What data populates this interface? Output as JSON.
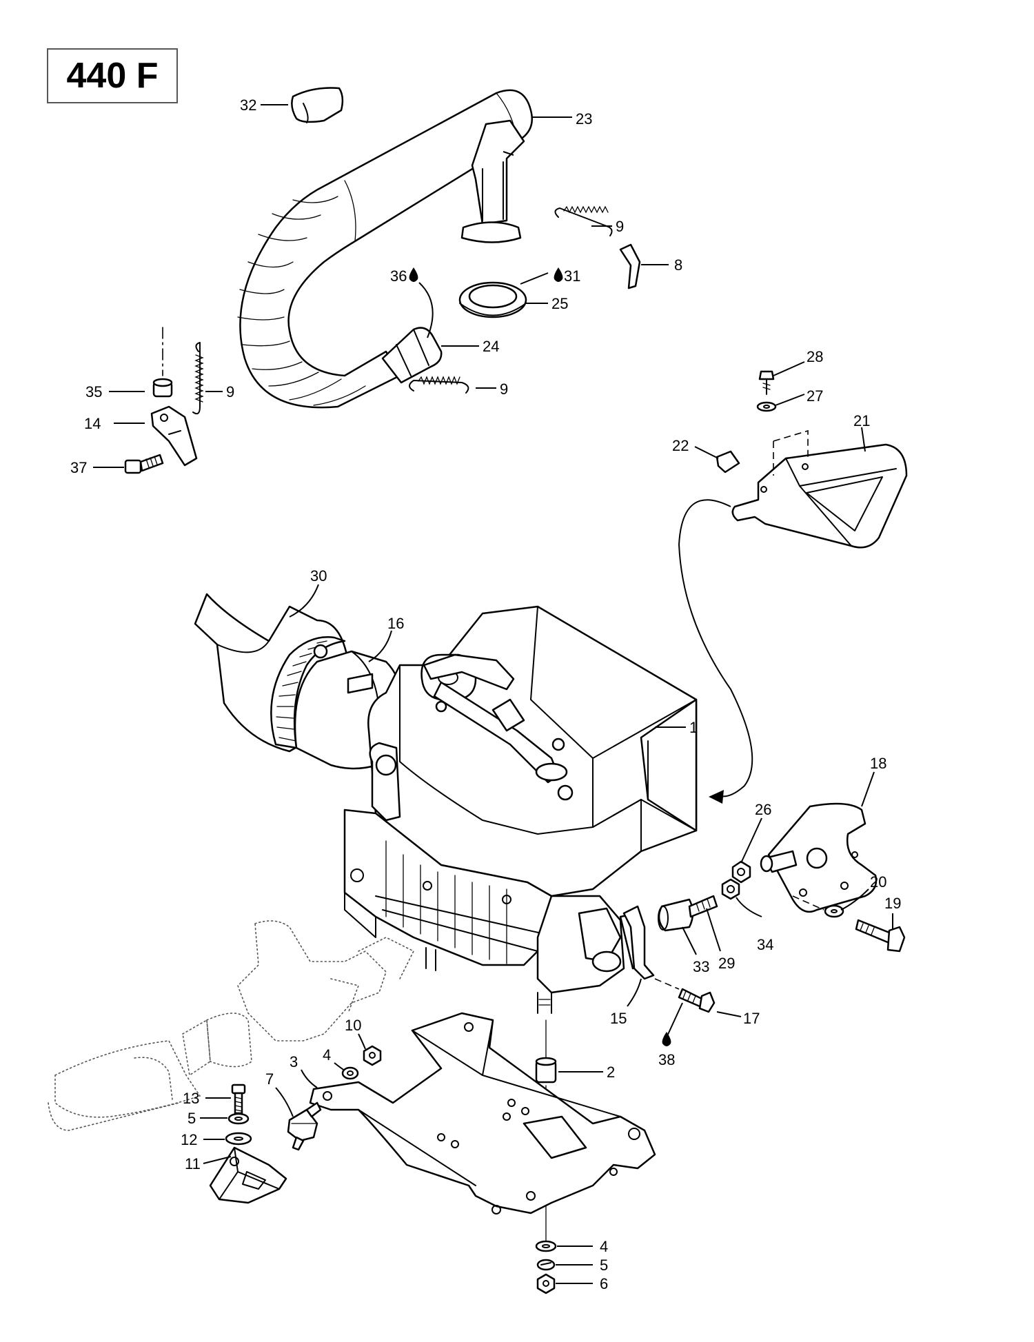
{
  "title": "440 F",
  "callouts": {
    "c32": "32",
    "c23": "23",
    "c9a": "9",
    "c8": "8",
    "c36": "36",
    "c31": "31",
    "c25": "25",
    "c24": "24",
    "c9b": "9",
    "c9c": "9",
    "c35": "35",
    "c14": "14",
    "c37": "37",
    "c28": "28",
    "c27": "27",
    "c21": "21",
    "c22": "22",
    "c30": "30",
    "c16": "16",
    "c1": "1",
    "c18": "18",
    "c26": "26",
    "c20": "20",
    "c19": "19",
    "c34": "34",
    "c29": "29",
    "c33": "33",
    "c15": "15",
    "c17": "17",
    "c38": "38",
    "c2": "2",
    "c10": "10",
    "c4a": "4",
    "c3": "3",
    "c7": "7",
    "c13": "13",
    "c5a": "5",
    "c12": "12",
    "c11": "11",
    "c4b": "4",
    "c5b": "5",
    "c6": "6"
  },
  "icons": {
    "lubricant": "oil-drop-icon"
  }
}
